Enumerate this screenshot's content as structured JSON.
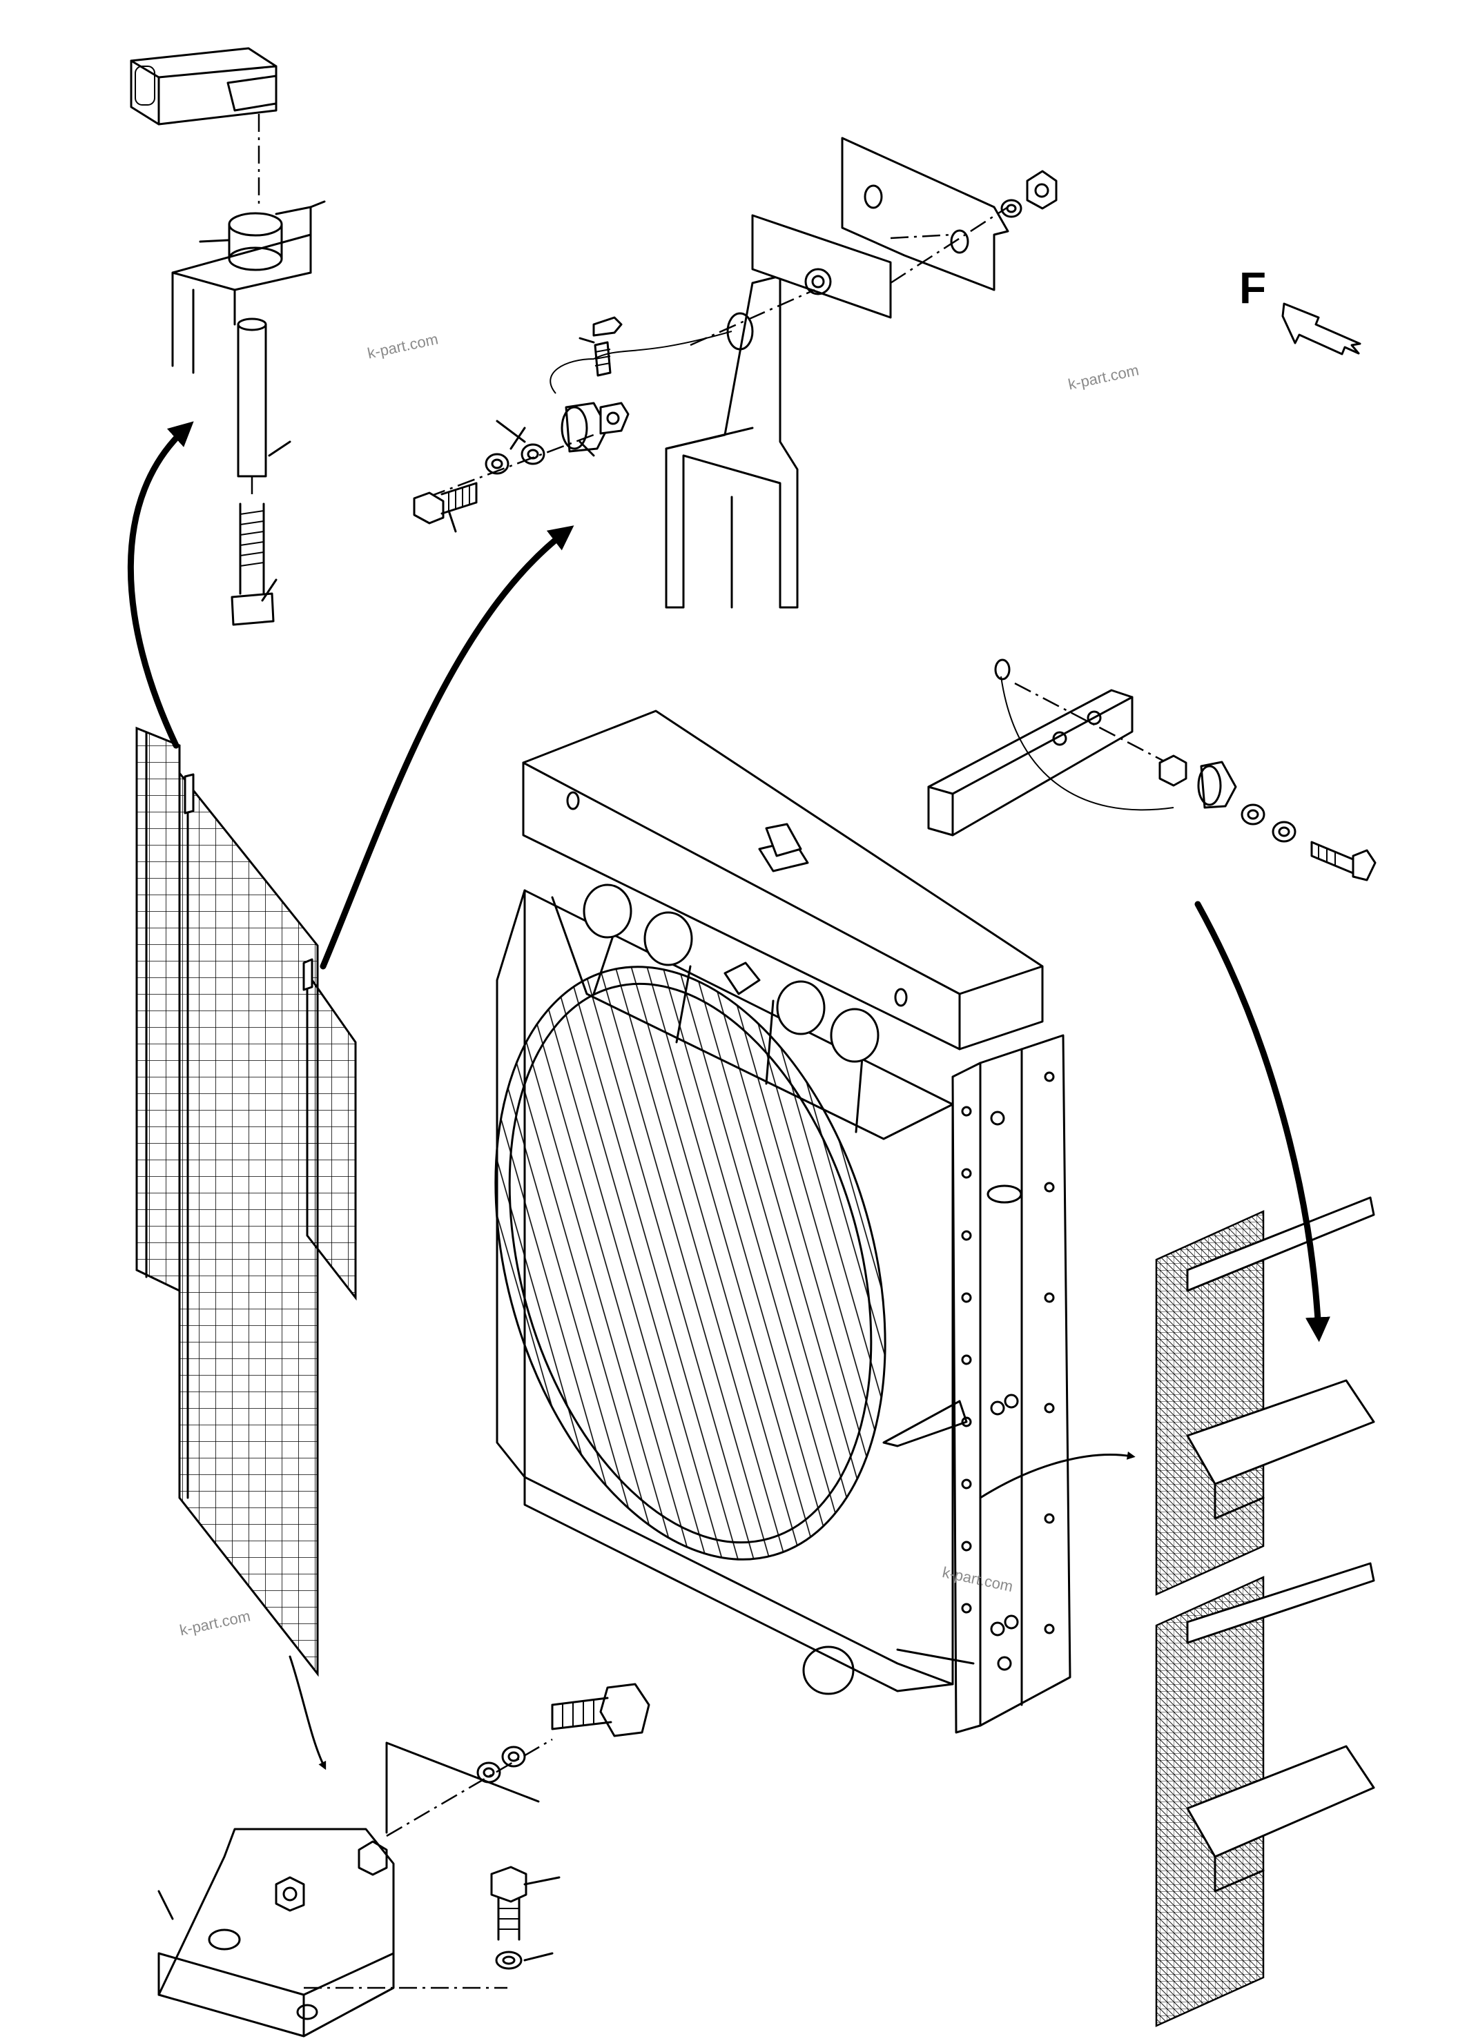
{
  "direction_label": "F",
  "watermarks": [
    "k-part.com",
    "k-part.com",
    "k-part.com",
    "k-part.com"
  ],
  "icons": {
    "front_direction": "hollow-arrow-icon"
  }
}
